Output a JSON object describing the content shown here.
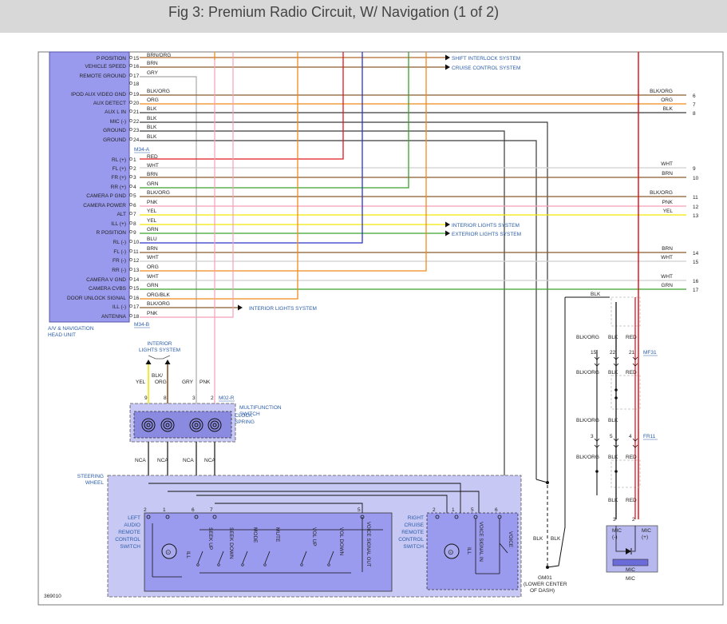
{
  "title": "Fig 3: Premium Radio Circuit, W/ Navigation (1 of 2)",
  "head_unit": {
    "label_line1": "A/V & NAVIGATION",
    "label_line2": "HEAD UNIT",
    "connector_a": "M34-A",
    "connector_b": "M34-B"
  },
  "pins_a": [
    {
      "name": "P POSITION",
      "num": "15",
      "wire": "BRN/ORG"
    },
    {
      "name": "VEHICLE SPEED",
      "num": "16",
      "wire": "BRN"
    },
    {
      "name": "REMOTE GROUND",
      "num": "17",
      "wire": "GRY"
    },
    {
      "name": "",
      "num": "18",
      "wire": ""
    },
    {
      "name": "IPOD AUX VIDEO GND",
      "num": "19",
      "wire": "BLK/ORG"
    },
    {
      "name": "AUX DETECT",
      "num": "20",
      "wire": "ORG"
    },
    {
      "name": "AUX L IN",
      "num": "21",
      "wire": "BLK"
    },
    {
      "name": "MIC (-)",
      "num": "22",
      "wire": "BLK"
    },
    {
      "name": "GROUND",
      "num": "23",
      "wire": "BLK"
    },
    {
      "name": "GROUND",
      "num": "24",
      "wire": "BLK"
    }
  ],
  "pins_b": [
    {
      "name": "RL (+)",
      "num": "1",
      "wire": "RED"
    },
    {
      "name": "FL (+)",
      "num": "2",
      "wire": "WHT"
    },
    {
      "name": "FR (+)",
      "num": "3",
      "wire": "BRN"
    },
    {
      "name": "RR (+)",
      "num": "4",
      "wire": "GRN"
    },
    {
      "name": "CAMERA P GND",
      "num": "5",
      "wire": "BLK/ORG"
    },
    {
      "name": "CAMERA POWER",
      "num": "6",
      "wire": "PNK"
    },
    {
      "name": "ALT",
      "num": "7",
      "wire": "YEL"
    },
    {
      "name": "ILL (+)",
      "num": "8",
      "wire": "YEL"
    },
    {
      "name": "R POSITION",
      "num": "9",
      "wire": "GRN"
    },
    {
      "name": "RL (-)",
      "num": "10",
      "wire": "BLU"
    },
    {
      "name": "FL (-)",
      "num": "11",
      "wire": "BRN"
    },
    {
      "name": "FR (-)",
      "num": "12",
      "wire": "WHT"
    },
    {
      "name": "RR (-)",
      "num": "13",
      "wire": "ORG"
    },
    {
      "name": "CAMERA V GND",
      "num": "14",
      "wire": "WHT"
    },
    {
      "name": "CAMERA CVBS",
      "num": "15",
      "wire": "GRN"
    },
    {
      "name": "DOOR UNLOCK SIGNAL",
      "num": "16",
      "wire": "ORG/BLK"
    },
    {
      "name": "ILL (-)",
      "num": "17",
      "wire": "BLK/ORG"
    },
    {
      "name": "ANTENNA",
      "num": "18",
      "wire": "PNK"
    }
  ],
  "systems": {
    "shift_interlock": "SHIFT INTERLOCK SYSTEM",
    "cruise_control": "CRUISE CONTROL SYSTEM",
    "interior_lights": "INTERIOR LIGHTS SYSTEM",
    "exterior_lights": "EXTERIOR LIGHTS SYSTEM",
    "interior_lights_2": "INTERIOR LIGHTS SYSTEM",
    "interior_lights_top_1": "INTERIOR",
    "interior_lights_top_2": "LIGHTS SYSTEM"
  },
  "right_wires": [
    {
      "label": "BLK/ORG",
      "num": "6"
    },
    {
      "label": "ORG",
      "num": "7"
    },
    {
      "label": "BLK",
      "num": "8"
    },
    {
      "label": "WHT",
      "num": "9"
    },
    {
      "label": "BRN",
      "num": "10"
    },
    {
      "label": "BLK/ORG",
      "num": "11"
    },
    {
      "label": "PNK",
      "num": "12"
    },
    {
      "label": "YEL",
      "num": "13"
    },
    {
      "label": "BRN",
      "num": "14"
    },
    {
      "label": "WHT",
      "num": "15"
    },
    {
      "label": "WHT",
      "num": "16"
    },
    {
      "label": "GRN",
      "num": "17"
    }
  ],
  "multifunction": {
    "label1": "MULTIFUNCTION",
    "label2": "SWITCH",
    "clock1": "CLOCK",
    "clock2": "SPRING",
    "connector": "M02-R",
    "pins": [
      "9",
      "8",
      "3",
      "2"
    ],
    "wires_top": [
      "YEL",
      "BLK/",
      "ORG",
      "GRY",
      "PNK"
    ],
    "nca": [
      "NCA",
      "NCA",
      "NCA",
      "NCA"
    ]
  },
  "steering": {
    "label1": "STEERING",
    "label2": "WHEEL",
    "left_label": [
      "LEFT",
      "AUDIO",
      "REMOTE",
      "CONTROL",
      "SWITCH"
    ],
    "right_label": [
      "RIGHT",
      "CRUISE",
      "REMOTE",
      "CONTROL",
      "SWITCH"
    ],
    "left_pins": [
      "2",
      "1",
      "6",
      "7",
      "5"
    ],
    "right_pins": [
      "2",
      "1",
      "5",
      "6"
    ],
    "switches": [
      "ILL",
      "SEEK UP",
      "SEEK DOWN",
      "MODE",
      "MUTE",
      "VOL UP",
      "VOL DOWN",
      "VOICE SIGNAL OUT",
      "ILL",
      "VOICE SIGNAL IN",
      "VOICE"
    ]
  },
  "splices": {
    "mf31": "MF31",
    "fr11": "FR11",
    "mf31_pins": [
      "15",
      "22",
      "21"
    ],
    "fr11_pins": [
      "3",
      "5",
      "4"
    ],
    "wire_col1": "BLK/ORG",
    "wire_col2": "BLK",
    "wire_col3": "RED",
    "blk": "BLK"
  },
  "ground": {
    "id": "GM01",
    "desc1": "(LOWER CENTER",
    "desc2": "OF DASH)",
    "blk1": "BLK",
    "blk2": "BLK"
  },
  "mic": {
    "pins": [
      "3",
      "2"
    ],
    "minus": "MIC (-)",
    "plus": "MIC (+)",
    "label": "MIC",
    "box_label": "MIC"
  },
  "diagram_id": "369010"
}
